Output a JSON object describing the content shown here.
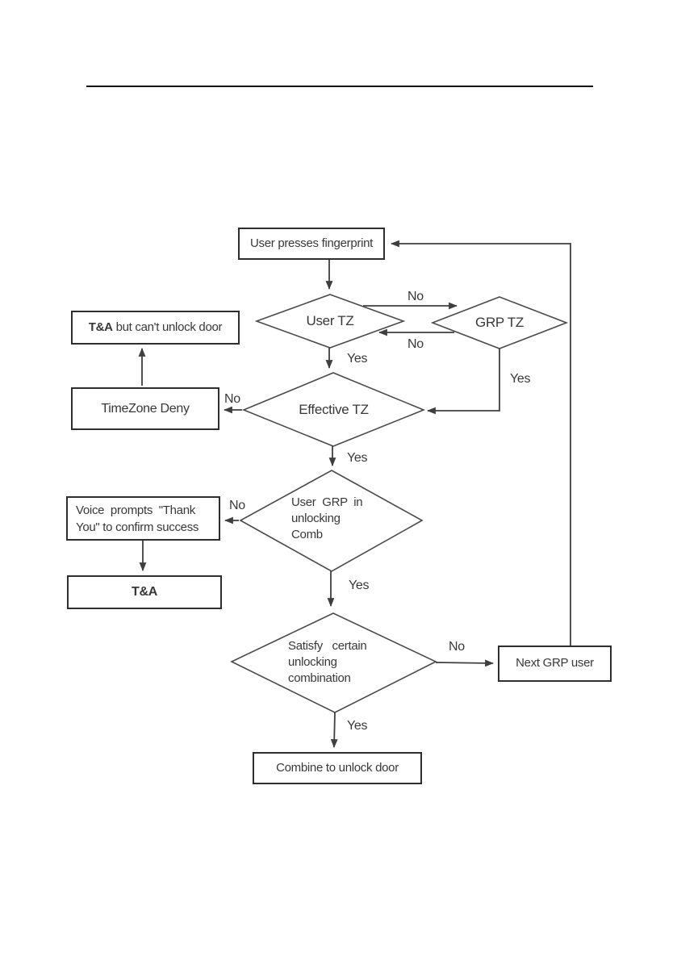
{
  "page": {
    "background": "#ffffff",
    "line_color": "#3f3f3f",
    "text_color": "#383838"
  },
  "flowchart": {
    "nodes": {
      "start": "User presses fingerprint",
      "user_tz": "User TZ",
      "grp_tz": "GRP TZ",
      "ta_cant_bold": "T&A",
      "ta_cant_rest": " but can't unlock door",
      "timezone_deny": "TimeZone Deny",
      "effective_tz": "Effective TZ",
      "user_grp": "User  GRP  in\nunlocking\nComb",
      "voice": "Voice  prompts  \"Thank\nYou\" to confirm success",
      "ta": "T&A",
      "satisfy": "Satisfy   certain\nunlocking\ncombination",
      "next_grp": "Next GRP user",
      "combine": "Combine to unlock door"
    },
    "edge_labels": {
      "user_tz_no": "No",
      "grp_tz_no": "No",
      "user_tz_yes": "Yes",
      "grp_tz_yes": "Yes",
      "effective_tz_no": "No",
      "effective_tz_yes": "Yes",
      "user_grp_no": "No",
      "user_grp_yes": "Yes",
      "satisfy_no": "No",
      "satisfy_yes": "Yes"
    }
  }
}
